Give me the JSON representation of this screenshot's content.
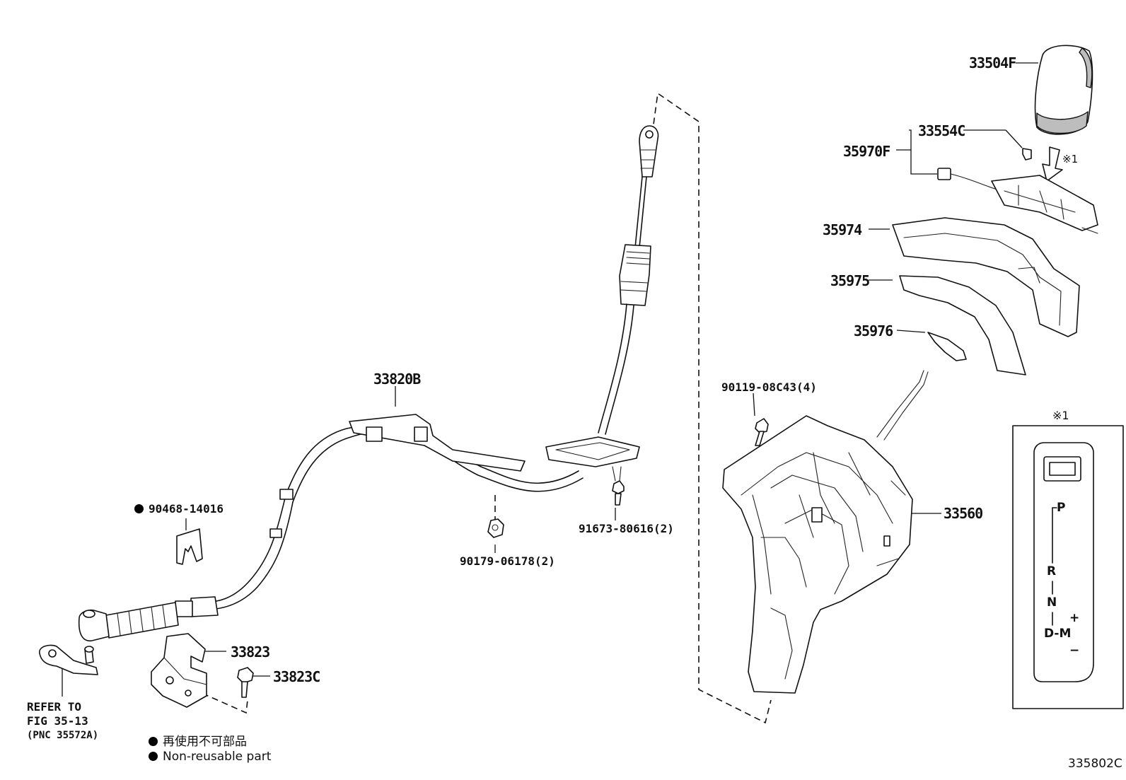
{
  "diagram": {
    "figure_code": "335802C",
    "parts": [
      {
        "id": "33504F",
        "label": "33504F"
      },
      {
        "id": "33554C",
        "label": "33554C"
      },
      {
        "id": "35970F",
        "label": "35970F"
      },
      {
        "id": "35974",
        "label": "35974"
      },
      {
        "id": "35975",
        "label": "35975"
      },
      {
        "id": "35976",
        "label": "35976"
      },
      {
        "id": "33820B",
        "label": "33820B"
      },
      {
        "id": "90119",
        "label": "90119-08C43(4)"
      },
      {
        "id": "33560",
        "label": "33560"
      },
      {
        "id": "90468",
        "label": "90468-14016"
      },
      {
        "id": "91673",
        "label": "91673-80616(2)"
      },
      {
        "id": "90179",
        "label": "90179-06178(2)"
      },
      {
        "id": "33823",
        "label": "33823"
      },
      {
        "id": "33823C",
        "label": "33823C"
      }
    ],
    "refer_note": [
      "REFER TO",
      "FIG 35-13",
      "(PNC 35572A)"
    ],
    "legend": {
      "jp": "再使用不可部品",
      "en": "Non-reusable part"
    },
    "note_mark": "※1",
    "arrow_mark": "※1",
    "gear_indicator": {
      "P": "P",
      "R": "R",
      "N": "N",
      "D": "D-M",
      "plus": "+",
      "minus": "−"
    }
  }
}
